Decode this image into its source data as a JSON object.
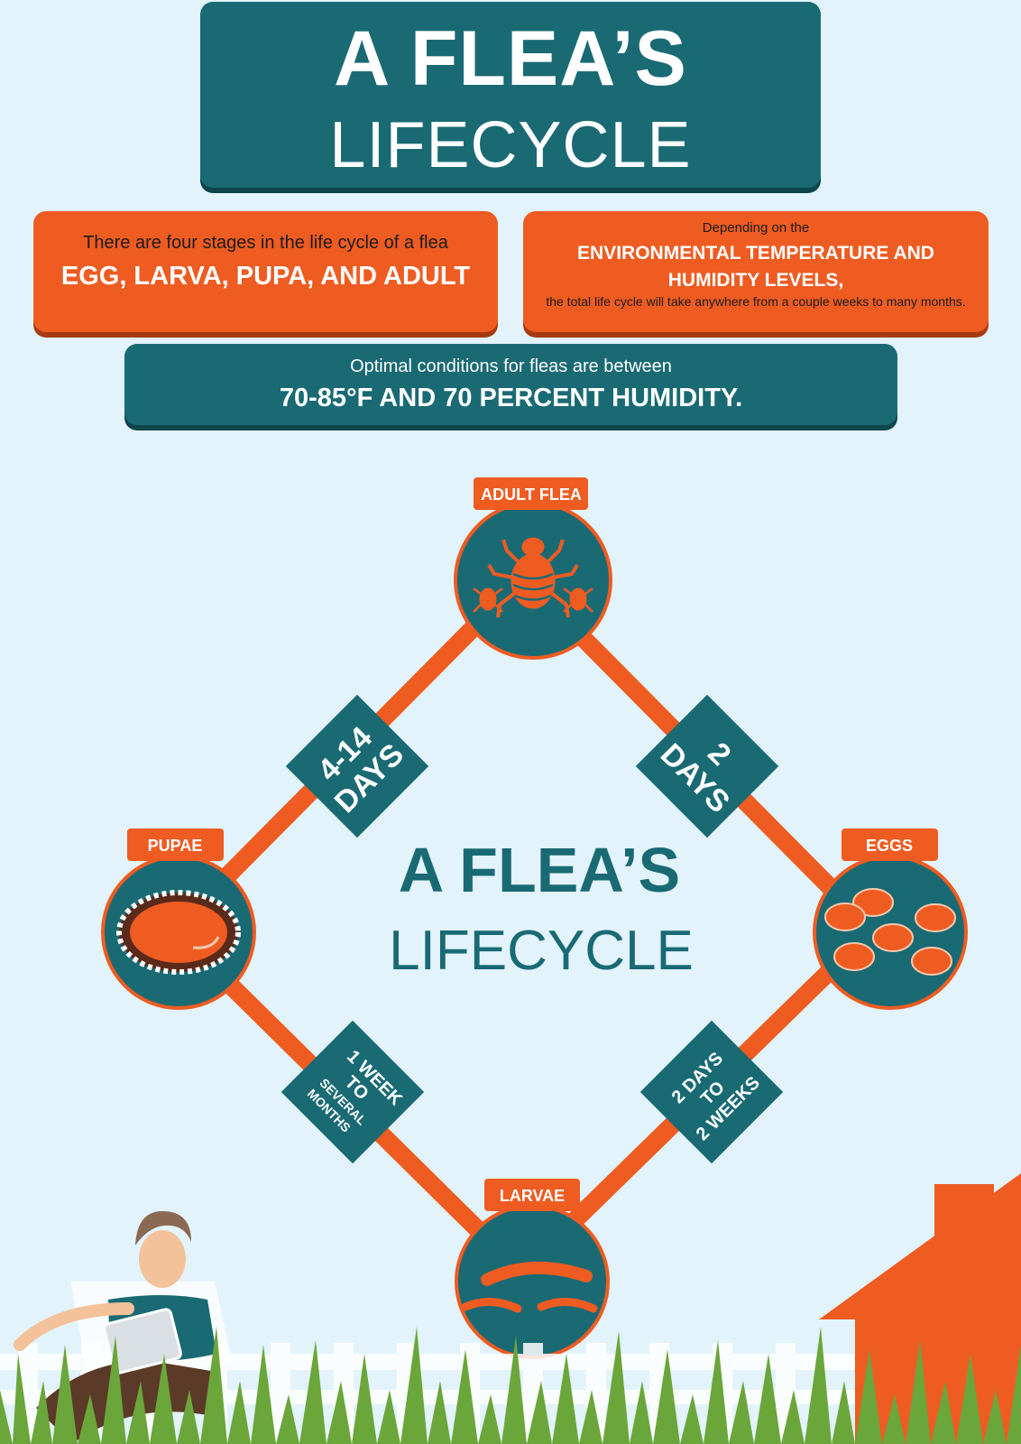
{
  "header": {
    "title_line1": "A FLEA’S",
    "title_line2": "LIFECYCLE"
  },
  "stages_box": {
    "intro": "There are four stages in the life cycle of a flea",
    "stages": "EGG, LARVA, PUPA, AND ADULT"
  },
  "environment_box": {
    "intro": "Depending on the",
    "emphasis_line1": "ENVIRONMENTAL TEMPERATURE AND",
    "emphasis_line2": "HUMIDITY LEVELS,",
    "detail": "the total life cycle will take anywhere from a couple weeks to many months."
  },
  "optimal_box": {
    "intro": "Optimal conditions for fleas are between",
    "value": "70-85°F AND 70 PERCENT HUMIDITY."
  },
  "cycle": {
    "center_line1": "A FLEA’S",
    "center_line2": "LIFECYCLE",
    "nodes": {
      "adult": "ADULT FLEA",
      "eggs": "EGGS",
      "larvae": "LARVAE",
      "pupae": "PUPAE"
    },
    "durations": {
      "adult_to_eggs": [
        "2",
        "DAYS"
      ],
      "eggs_to_larvae": [
        "2 DAYS",
        "TO",
        "2 WEEKS"
      ],
      "larvae_to_pupae": [
        "1 WEEK",
        "TO",
        "SEVERAL",
        "MONTHS"
      ],
      "pupae_to_adult": [
        "4-14",
        "DAYS"
      ]
    }
  },
  "colors": {
    "teal": "#1a6a74",
    "orange": "#ee5c22",
    "background": "#e2f3fb",
    "grass": "#6aa63a"
  }
}
